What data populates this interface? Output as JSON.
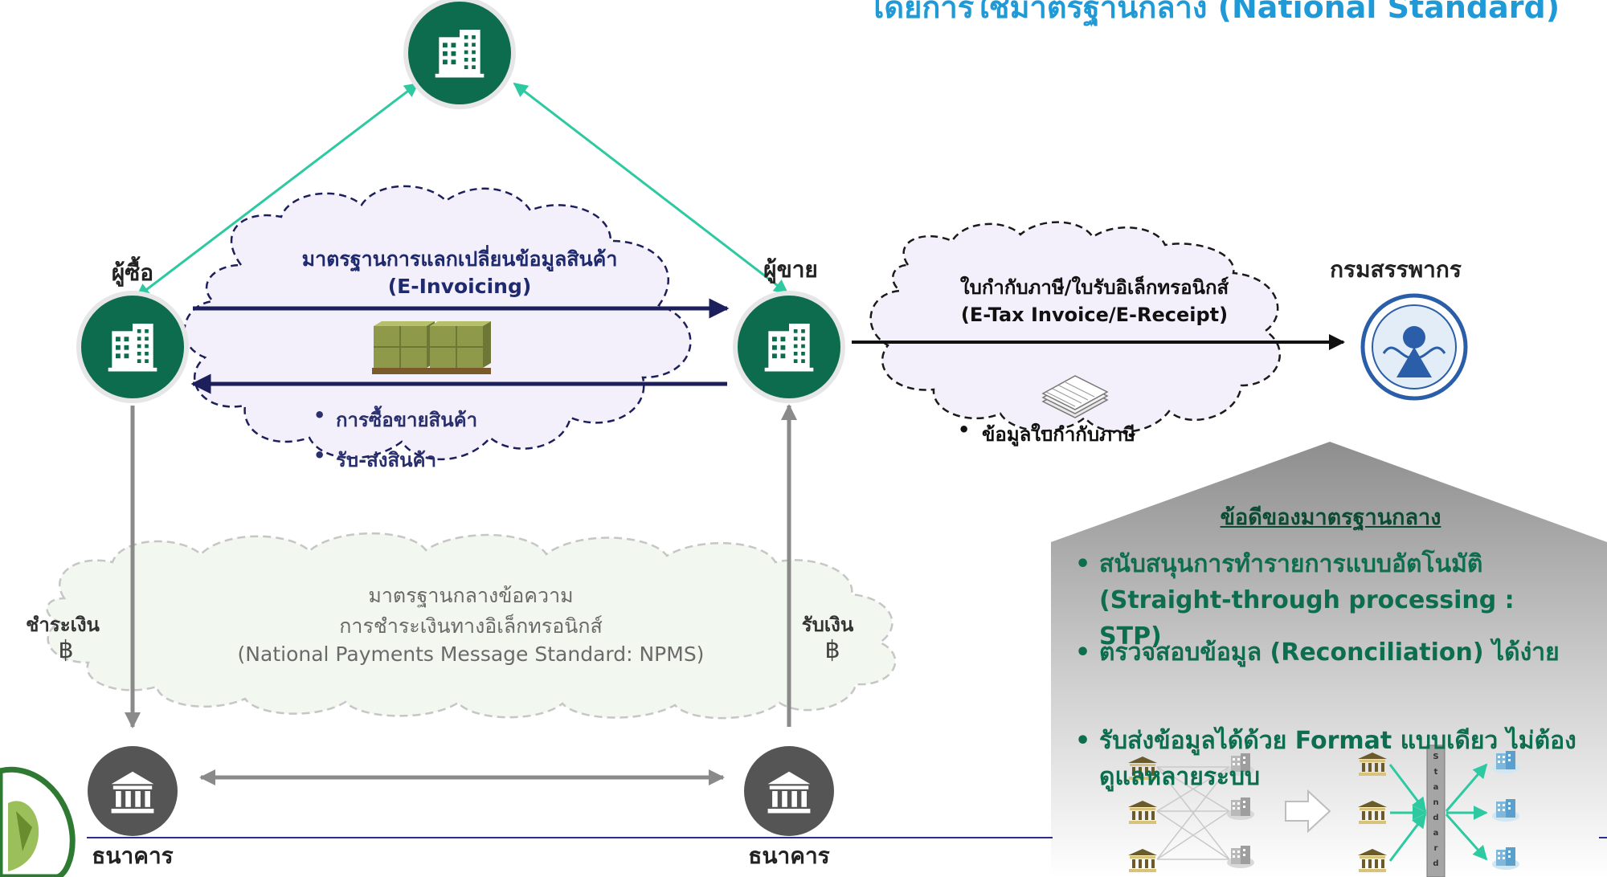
{
  "header": {
    "title_partial": "โดยการใช้มาตรฐานกลาง (National Standard)"
  },
  "parties": {
    "buyer": "ผู้ซื้อ",
    "seller": "ผู้ขาย",
    "revenue_dept": "กรมสรรพากร",
    "bank_left": "ธนาคาร",
    "bank_right": "ธนาคาร"
  },
  "einvoicing_cloud": {
    "title": "มาตรฐานการแลกเปลี่ยนข้อมูลสินค้า",
    "subtitle": "(E-Invoicing)",
    "bullets": [
      "การซื้อขายสินค้า",
      "รับ-ส่งสินค้า"
    ]
  },
  "etax_cloud": {
    "title": "ใบกำกับภาษี/ใบรับอิเล็กทรอนิกส์",
    "subtitle": "(E-Tax Invoice/E-Receipt)",
    "bullets": [
      "ข้อมูลใบกำกับภาษี"
    ]
  },
  "payment_cloud": {
    "line1": "มาตรฐานกลางข้อความ",
    "line2": "การชำระเงินทางอิเล็กทรอนิกส์",
    "line3": "(National Payments Message Standard: NPMS)",
    "pay_label": "ชำระเงิน",
    "receive_label": "รับเงิน",
    "currency_symbol": "฿"
  },
  "advantages": {
    "title": "ข้อดีของมาตรฐานกลาง",
    "items": [
      "สนับสนุนการทำรายการแบบอัตโนมัติ (Straight-through processing : STP)",
      "ตรวจสอบข้อมูล (Reconciliation) ได้ง่าย",
      "รับส่งข้อมูลได้ด้วย Format แบบเดียว ไม่ต้องดูแลหลายระบบ"
    ],
    "standard_letters": [
      "S",
      "t",
      "a",
      "n",
      "d",
      "a",
      "r",
      "d"
    ]
  },
  "colors": {
    "node_green": "#0d6b4e",
    "teal_arrow": "#2dc9a0",
    "navy_arrow": "#1c1f5c",
    "grey_arrow": "#8a8a8a",
    "text_green": "#0d6e4f",
    "panel_grey_top": "#8e8e8e",
    "cloud_lavender": "#f4f0fb",
    "cloud_mint": "#f2f8ef"
  },
  "icons": {
    "company": "building-icon",
    "bank": "bank-icon",
    "goods": "pallet-boxes-icon",
    "document": "paper-stack-icon",
    "seal": "revenue-department-seal",
    "logo": "ministry-logo"
  }
}
